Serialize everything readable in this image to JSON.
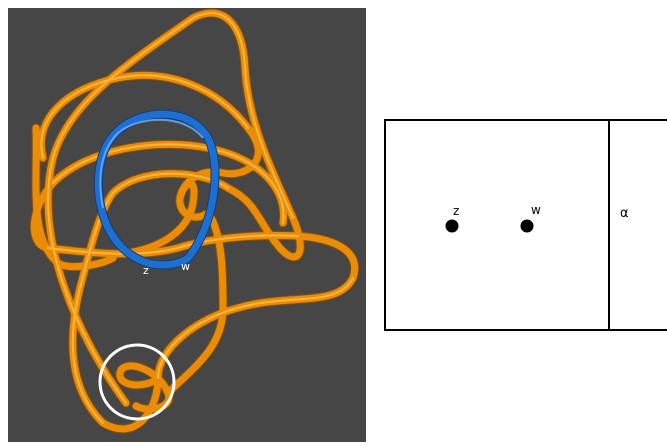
{
  "knot_view": {
    "background_color": "#464646",
    "knot_color": "#e88c0a",
    "knot_highlight_color": "#ffc04a",
    "meridian_color": "#1f6fd0",
    "meridian_highlight_color": "#6fb0ff",
    "marker_circle_color": "#ffffff",
    "basepoint_labels": {
      "z": "z",
      "w": "w"
    }
  },
  "heegaard_diagram": {
    "basepoints": [
      {
        "label": "z"
      },
      {
        "label": "w"
      }
    ],
    "curve_label": "α"
  }
}
